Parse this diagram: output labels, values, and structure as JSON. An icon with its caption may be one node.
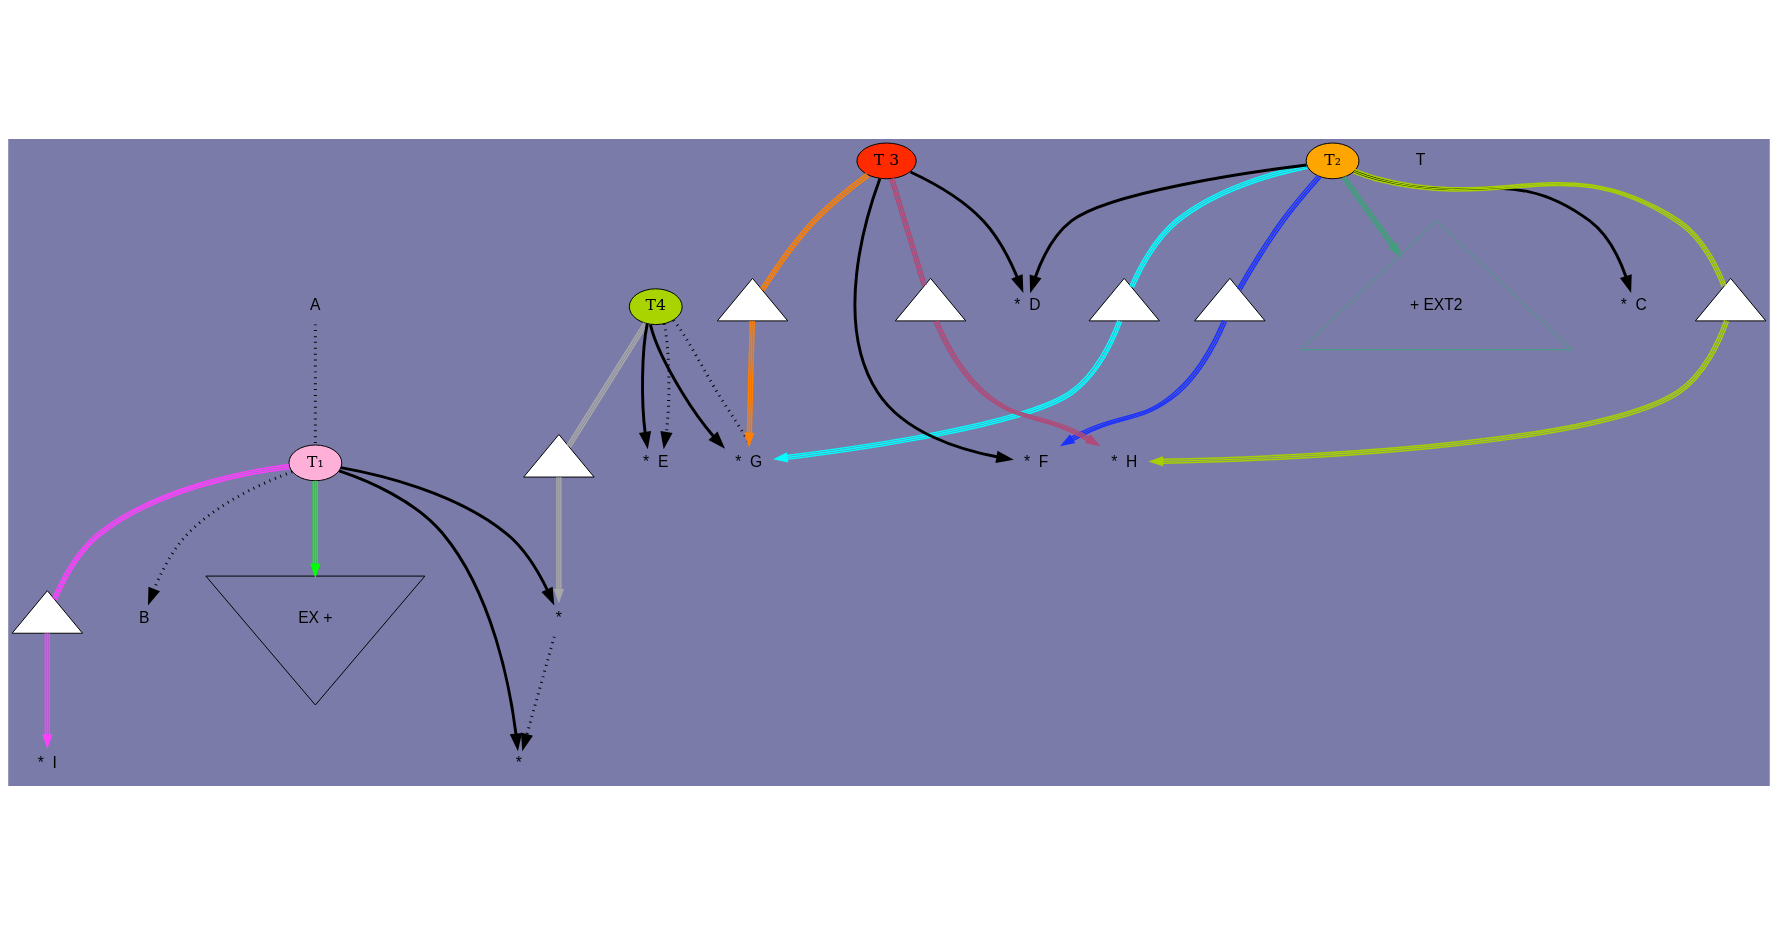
{
  "diagram": {
    "nodes": [
      {
        "text": [
          "A"
        ]
      },
      {
        "text": [
          "T₁"
        ]
      },
      {
        "text": [
          "B"
        ]
      },
      {
        "text": [
          "*"
        ]
      },
      {
        "text": [
          "*"
        ]
      },
      {
        "text": [],
        "shape": "triangle"
      },
      {
        "text": [
          "T4"
        ]
      },
      {
        "text": [
          "*"
        ],
        "beside": [
          "G"
        ]
      },
      {
        "text": [
          "*"
        ],
        "beside": [
          "F"
        ]
      },
      {
        "text": [],
        "shape": "triangle"
      },
      {
        "text": [
          "*"
        ],
        "beside": [
          "E"
        ]
      },
      {
        "text": [],
        "shape": "triangle"
      },
      {
        "text": [
          "+ EXT2"
        ]
      },
      {
        "text": [
          "T 3"
        ]
      },
      {
        "text": [],
        "shape": "triangle"
      },
      {
        "text": [],
        "shape": "triangle"
      },
      {
        "text": [
          "EX +"
        ]
      },
      {
        "text": [],
        "shape": "triangle"
      },
      {
        "text": [
          "*"
        ],
        "beside": [
          "C"
        ]
      },
      {
        "text": [
          "T₂"
        ]
      },
      {
        "text": [
          "*"
        ],
        "beside": [
          "D"
        ]
      },
      {
        "text": [],
        "shape": "triangle"
      },
      {
        "text": [
          "*"
        ],
        "beside": [
          "I"
        ]
      },
      {
        "text": [
          "*"
        ],
        "beside": [
          "H"
        ]
      }
    ],
    "edges": [
      {
        "from": 0,
        "to": 1,
        "arrow": "none",
        "style": "dashed"
      },
      {
        "from": 1,
        "to": 2,
        "arrow": "to",
        "style": "dashed"
      },
      {
        "from": 1,
        "to": 3,
        "arrow": "to"
      },
      {
        "from": 1,
        "to": 4,
        "arrow": "to"
      },
      {
        "from": 4,
        "to": 3,
        "arrow": "to",
        "style": "dashed"
      },
      {
        "from": 6,
        "to": 5,
        "arrow": "none",
        "color": "#a8a8a8"
      },
      {
        "from": 5,
        "to": 4,
        "arrow": "to",
        "color": "#a8a8a8"
      },
      {
        "from": 6,
        "to": 7,
        "arrow": "to"
      },
      {
        "from": 6,
        "to": 7,
        "arrow": "none",
        "style": "dashed"
      },
      {
        "from": 6,
        "to": 10,
        "arrow": "to"
      },
      {
        "from": 6,
        "to": 10,
        "arrow": "to",
        "style": "dashed"
      },
      {
        "from": 13,
        "to": 9,
        "arrow": "none",
        "color": "#ff7f00"
      },
      {
        "from": 9,
        "to": 7,
        "arrow": "to",
        "color": "#ff7f00"
      },
      {
        "from": 13,
        "to": 8,
        "arrow": "to"
      },
      {
        "from": 19,
        "to": 14,
        "arrow": "none",
        "color": "#1a30ff"
      },
      {
        "from": 14,
        "to": 8,
        "arrow": "to",
        "color": "#1a30ff"
      },
      {
        "from": 19,
        "to": 11,
        "arrow": "none",
        "color": "#00ffff"
      },
      {
        "from": 11,
        "to": 7,
        "arrow": "to",
        "color": "#00ffff"
      },
      {
        "from": 19,
        "to": 12,
        "arrow": "to",
        "color": "#3fa07a"
      },
      {
        "from": 1,
        "to": 15,
        "arrow": "none",
        "color": "#ff40ff"
      },
      {
        "from": 15,
        "to": 22,
        "arrow": "to",
        "color": "#ff40ff"
      },
      {
        "from": 1,
        "to": 16,
        "arrow": "to",
        "color": "#00ff00"
      },
      {
        "from": 13,
        "to": 20,
        "arrow": "to"
      },
      {
        "from": 13,
        "to": 17,
        "arrow": "none",
        "color": "#b04a78"
      },
      {
        "from": 17,
        "to": 23,
        "arrow": "to",
        "color": "#b04a78"
      },
      {
        "from": 19,
        "to": 18,
        "arrow": "to"
      },
      {
        "from": 19,
        "to": 20,
        "arrow": "to"
      },
      {
        "from": 19,
        "to": 21,
        "arrow": "none",
        "color": "#a8d000"
      },
      {
        "from": 21,
        "to": 23,
        "arrow": "to",
        "color": "#a8d000"
      }
    ],
    "labels": [
      "T"
    ]
  }
}
